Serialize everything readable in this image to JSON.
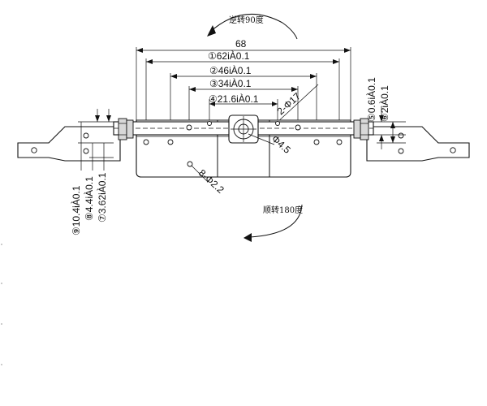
{
  "drawing": {
    "rotation_notes": {
      "reverse": "逆转90度",
      "forward": "顺转180度"
    },
    "dimensions": {
      "overall": "68",
      "d1": "①62iÀ0.1",
      "d2": "②46iÀ0.1",
      "d3": "③34iÀ0.1",
      "d4": "④21.6iÀ0.1",
      "hole_diameter": "2-Φ17",
      "center_hole": "Φ4.5",
      "pin_holes": "8-Φ2.2",
      "right_a": "⑤0.6iÀ0.1",
      "right_b": "⑥2iÀ0.1",
      "left_a": "⑨10.4iÀ0.1",
      "left_b": "⑧4.4iÀ0.1",
      "left_c": "⑦3.62iÀ0.1"
    }
  }
}
